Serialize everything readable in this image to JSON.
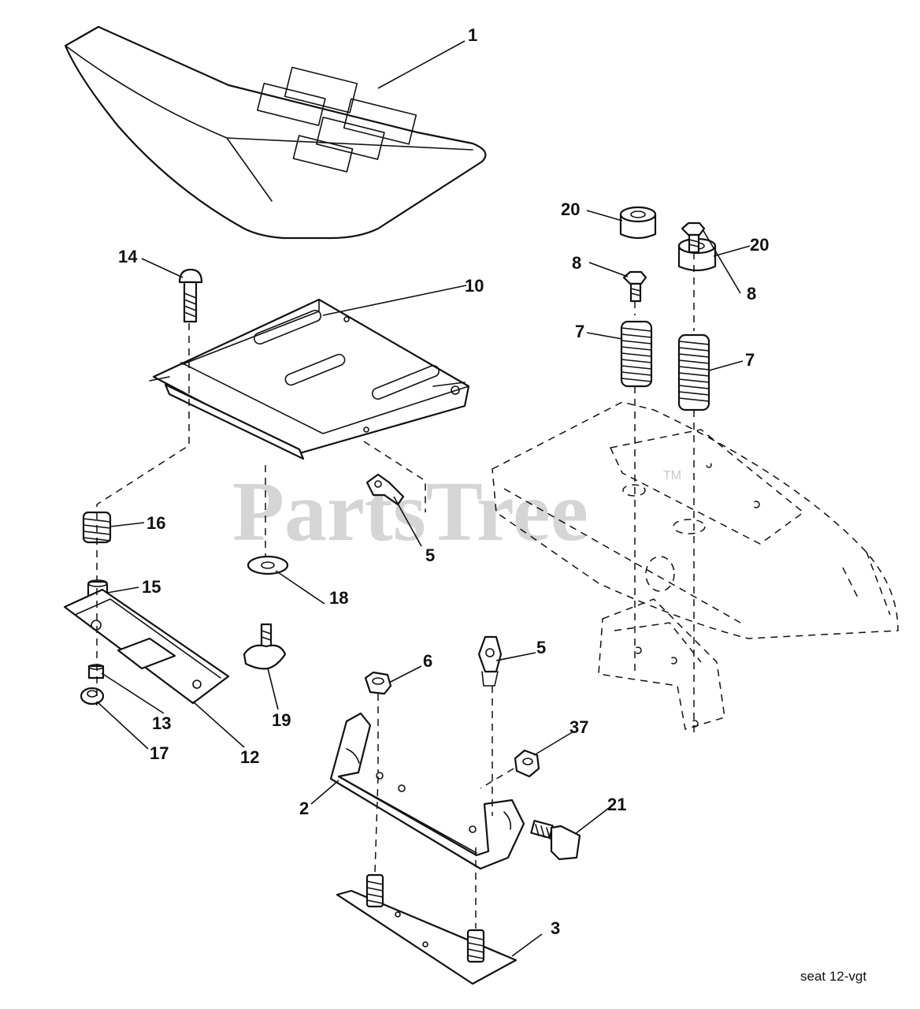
{
  "watermark": {
    "text": "PartsTree",
    "tm": "TM"
  },
  "drawing_code": "seat  12-vgt",
  "callouts": {
    "c1": "1",
    "c2": "2",
    "c3": "3",
    "c5a": "5",
    "c5b": "5",
    "c6": "6",
    "c7a": "7",
    "c7b": "7",
    "c8a": "8",
    "c8b": "8",
    "c10": "10",
    "c12": "12",
    "c13": "13",
    "c14": "14",
    "c15": "15",
    "c16": "16",
    "c17": "17",
    "c18": "18",
    "c19": "19",
    "c20a": "20",
    "c20b": "20",
    "c21": "21",
    "c37": "37"
  }
}
